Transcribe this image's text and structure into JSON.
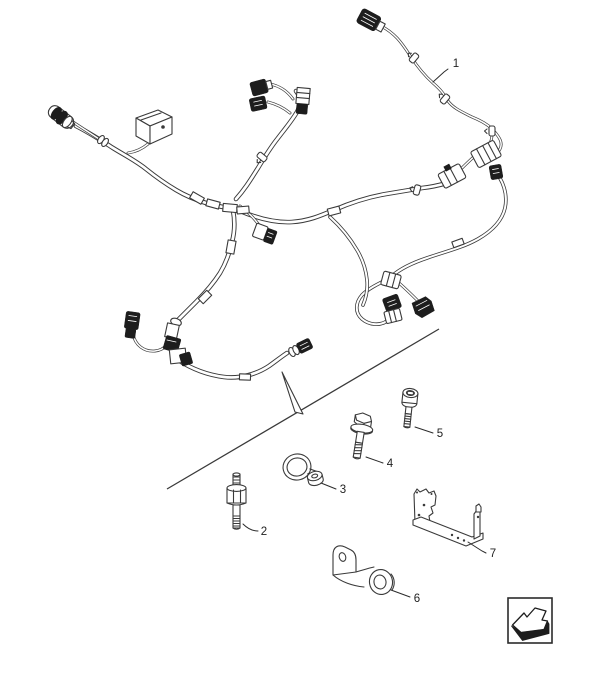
{
  "diagram": {
    "kind": "exploded-parts-line-drawing",
    "background_color": "#ffffff",
    "line_color": "#3a3a3a",
    "black_fill_color": "#1d1d1d"
  },
  "callouts": [
    {
      "label": "1",
      "name": "wire-harness"
    },
    {
      "label": "2",
      "name": "stud"
    },
    {
      "label": "3",
      "name": "cable-clamp"
    },
    {
      "label": "4",
      "name": "hex-flange-bolt"
    },
    {
      "label": "5",
      "name": "socket-head-screw"
    },
    {
      "label": "6",
      "name": "u-bracket"
    },
    {
      "label": "7",
      "name": "mounting-bracket"
    }
  ],
  "nav": {
    "icon": "previous-figure-arrow-icon"
  }
}
